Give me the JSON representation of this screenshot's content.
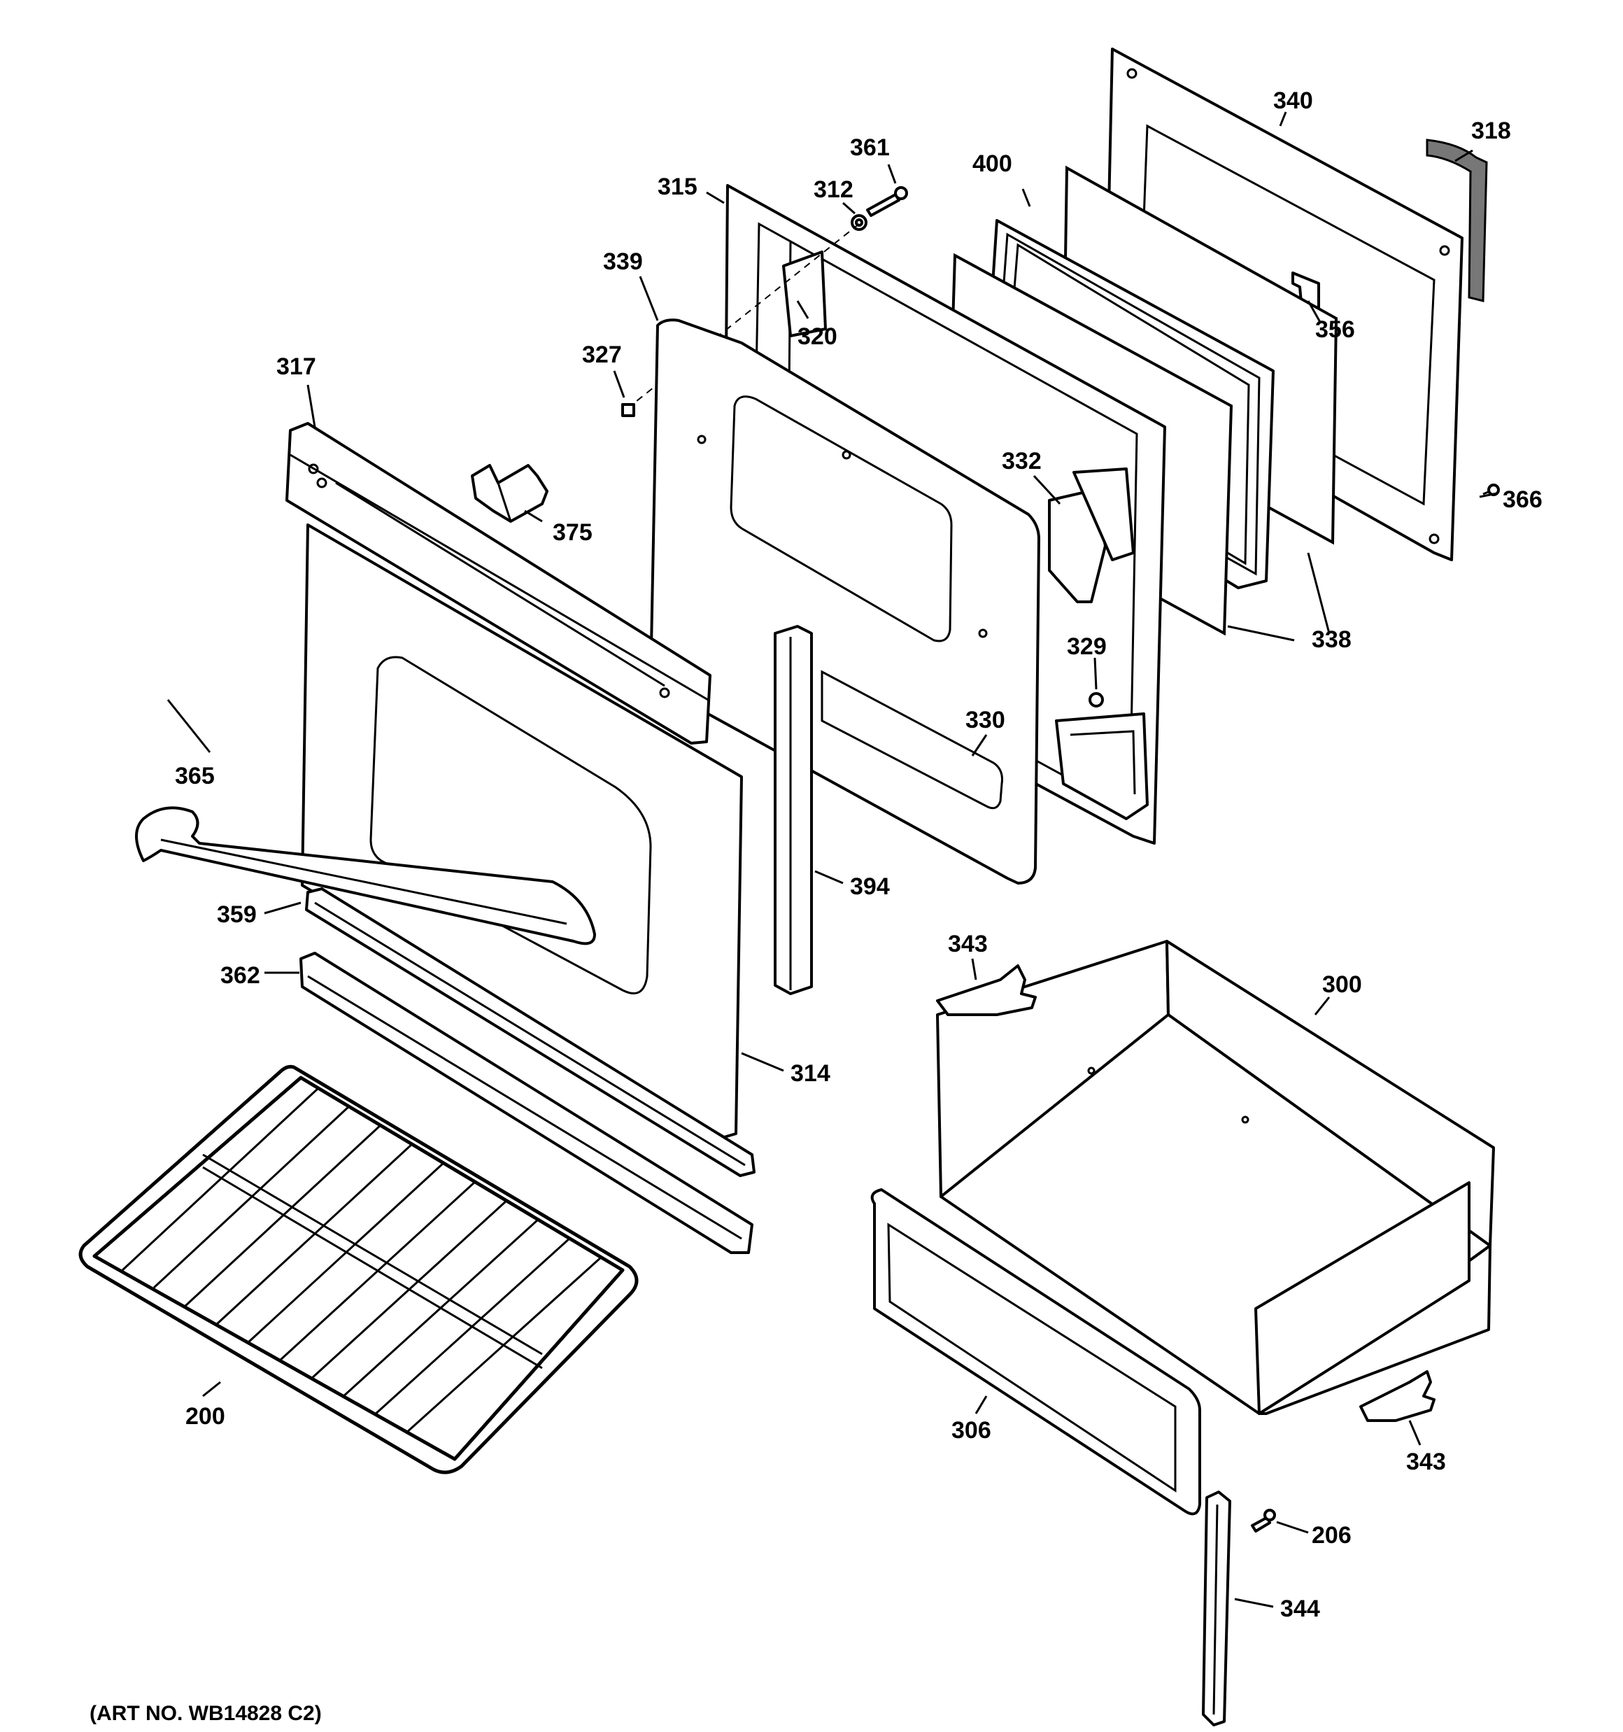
{
  "art_number": "(ART NO. WB14828 C2)",
  "callouts": {
    "p200": "200",
    "p206": "206",
    "p300": "300",
    "p306": "306",
    "p312": "312",
    "p314": "314",
    "p315": "315",
    "p317": "317",
    "p318": "318",
    "p320": "320",
    "p327": "327",
    "p329": "329",
    "p330": "330",
    "p332": "332",
    "p338": "338",
    "p339": "339",
    "p340": "340",
    "p343a": "343",
    "p343b": "343",
    "p344": "344",
    "p356": "356",
    "p359": "359",
    "p361": "361",
    "p362": "362",
    "p365": "365",
    "p366": "366",
    "p375": "375",
    "p394": "394",
    "p400": "400"
  }
}
